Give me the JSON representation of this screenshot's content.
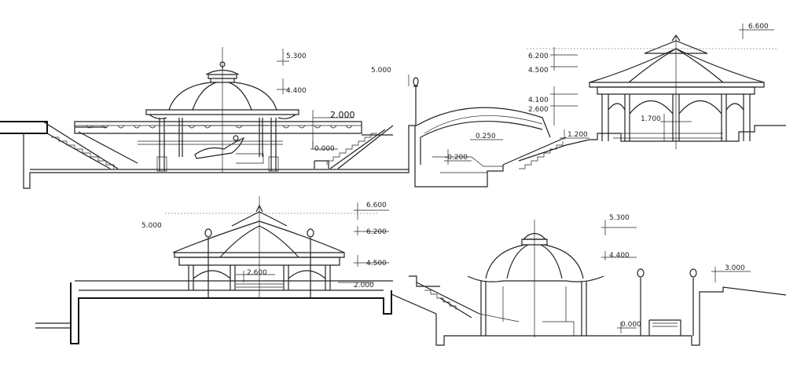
{
  "section_top": {
    "levels": {
      "l5300": "5.300",
      "l4400": "4.400",
      "l2000": "2.000",
      "l0000": "0.000",
      "l5000": "5.000",
      "l0250": "0.250",
      "l0200": "-0.200",
      "l6600": "6.600",
      "l6200": "6.200",
      "l4500": "4.500",
      "l4100": "4.100",
      "l2600": "2.600",
      "l1700": "1.700",
      "l1200": "1.200"
    }
  },
  "section_bottom": {
    "levels": {
      "l5000": "5.000",
      "l6600": "6.600",
      "l6200": "6.200",
      "l4500": "4.500",
      "l2600": "2.600",
      "l2000": "2.000",
      "l5300": "5.300",
      "l4400": "4.400",
      "l3000": "3.000",
      "l0000": "0.000"
    }
  }
}
